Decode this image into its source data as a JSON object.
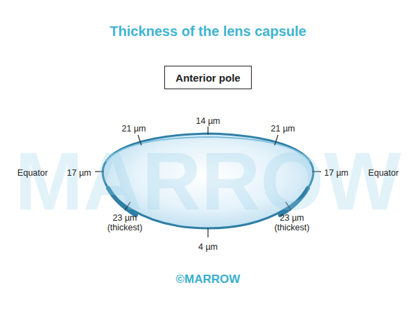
{
  "diagram": {
    "title": "Thickness of the lens capsule",
    "nodes": [
      {
        "text": [
          "Anterior pole"
        ]
      }
    ],
    "labels": [
      "14 µm",
      "21 µm",
      "21 µm",
      "Equator",
      "17 µm",
      "17 µm",
      "Equator",
      "23 µm (thickest)",
      "23 µm (thickest)",
      "4 µm",
      "MARROW",
      "©MARROW"
    ]
  }
}
